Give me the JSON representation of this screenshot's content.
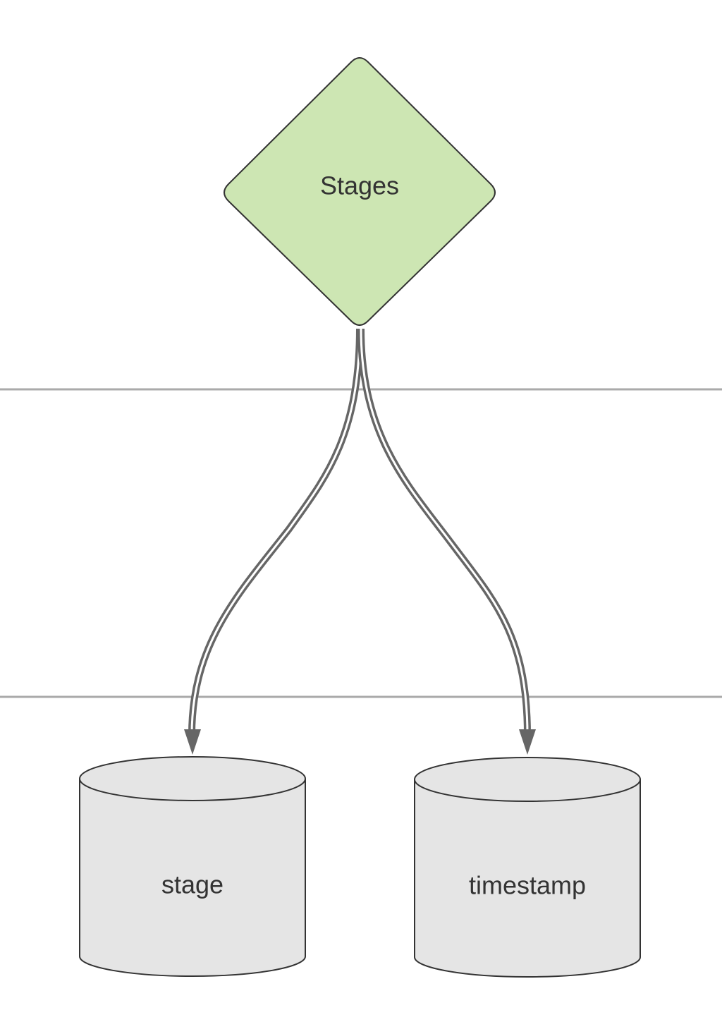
{
  "diagram": {
    "nodes": {
      "decision": {
        "label": "Stages",
        "shape": "diamond",
        "fill": "#cde6b3",
        "stroke": "#333333"
      },
      "store_left": {
        "label": "stage",
        "shape": "cylinder",
        "fill": "#e5e5e5",
        "stroke": "#333333"
      },
      "store_right": {
        "label": "timestamp",
        "shape": "cylinder",
        "fill": "#e5e5e5",
        "stroke": "#333333"
      }
    },
    "edges": [
      {
        "from": "decision",
        "to": "store_left",
        "style": "double-line-arrow",
        "color": "#666666"
      },
      {
        "from": "decision",
        "to": "store_right",
        "style": "double-line-arrow",
        "color": "#666666"
      }
    ],
    "swimlane_divider_color": "#aaaaaa"
  }
}
